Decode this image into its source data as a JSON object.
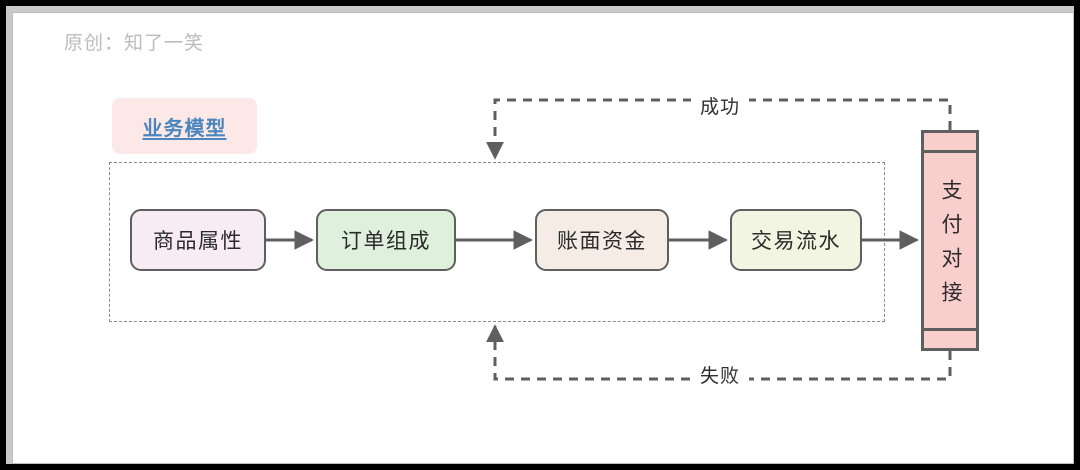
{
  "credit": {
    "text": "原创：知了一笑"
  },
  "badge": {
    "label": "业务模型",
    "text_color": "#4a86bd",
    "background_color": "#fbe8e7"
  },
  "diagram": {
    "group_label": "",
    "nodes": [
      {
        "id": "product-attribute",
        "label": "商品属性",
        "fill": "#f7ecf4",
        "stroke": "#5f5f5f"
      },
      {
        "id": "order-composition",
        "label": "订单组成",
        "fill": "#dff0dc",
        "stroke": "#5f5f5f"
      },
      {
        "id": "book-funds",
        "label": "账面资金",
        "fill": "#f4ece5",
        "stroke": "#5f5f5f"
      },
      {
        "id": "transaction-flow",
        "label": "交易流水",
        "fill": "#f1f5e2",
        "stroke": "#5f5f5f"
      }
    ],
    "terminal": {
      "id": "payment-integration",
      "label": "支付对接",
      "fill": "#f9cfcd",
      "stroke": "#5f5f5f",
      "shape": "subroutine"
    },
    "edges": [
      {
        "from": "product-attribute",
        "to": "order-composition",
        "label": "",
        "style": "solid"
      },
      {
        "from": "order-composition",
        "to": "book-funds",
        "label": "",
        "style": "solid"
      },
      {
        "from": "book-funds",
        "to": "transaction-flow",
        "label": "",
        "style": "solid"
      },
      {
        "from": "transaction-flow",
        "to": "payment-integration",
        "label": "",
        "style": "solid"
      },
      {
        "from": "payment-integration",
        "to": "business-group-top",
        "label": "成功",
        "style": "dashed"
      },
      {
        "from": "payment-integration",
        "to": "business-group-bottom",
        "label": "失败",
        "style": "dashed"
      }
    ],
    "labels": {
      "success": "成功",
      "failure": "失败"
    },
    "colors": {
      "line": "#5f5f5f",
      "dashed_line": "#5f5f5f",
      "group_border": "#8a8a8a",
      "text": "#2b2b2b"
    }
  }
}
